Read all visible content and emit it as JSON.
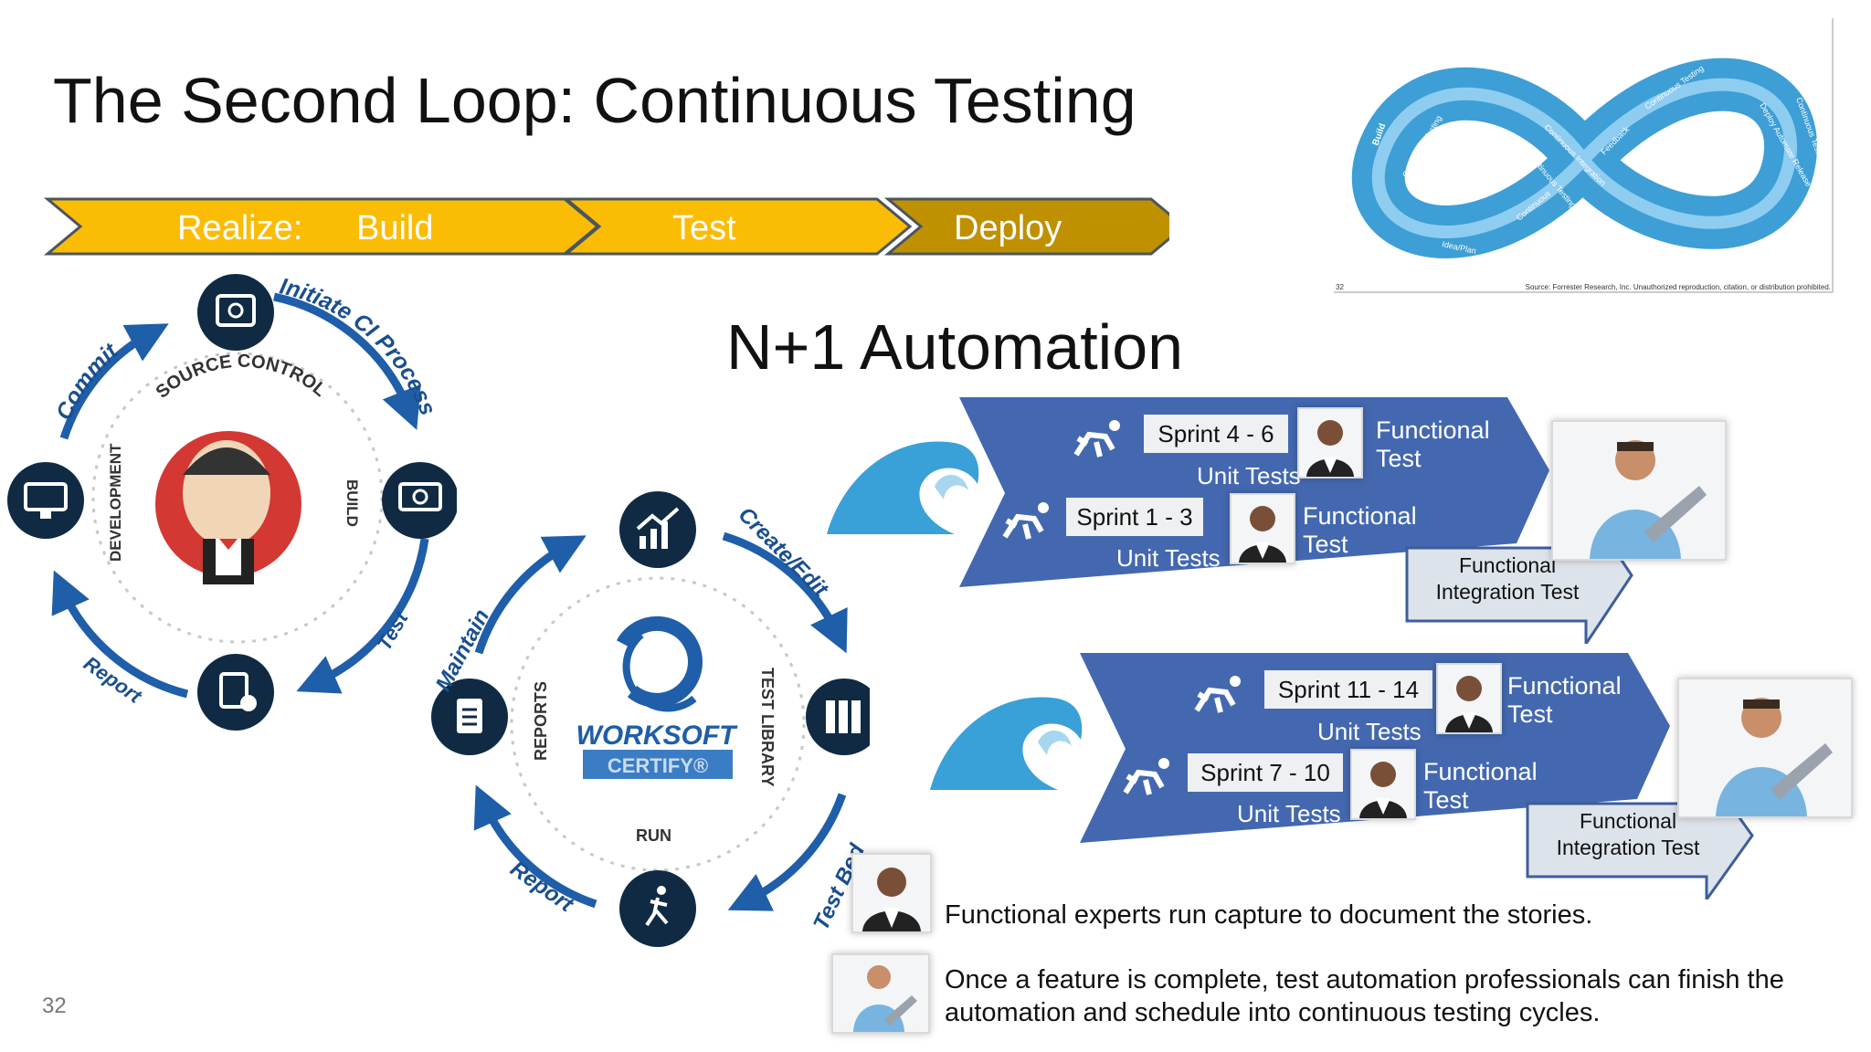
{
  "title": "The Second Loop: Continuous Testing",
  "subtitle": "N+1 Automation",
  "page_number": "32",
  "phases": {
    "realize": "Realize:",
    "build": "Build",
    "test": "Test",
    "deploy": "Deploy"
  },
  "colors": {
    "phase_yellow": "#fbbc05",
    "phase_dark": "#bf9000",
    "sprint_blue": "#4468b0",
    "ring_blue": "#1f5ea8",
    "node_navy": "#102a43",
    "wave_blue": "#3aa0d8"
  },
  "ci_loop": {
    "commit": "Commit",
    "initiate": "Initiate CI Process",
    "test": "Test",
    "report": "Report",
    "source_control": "SOURCE CONTROL",
    "development": "DEVELOPMENT",
    "build": "BUILD"
  },
  "ct_loop": {
    "maintain": "Maintain",
    "create_edit": "Create/Edit",
    "test_bed": "Test Bed",
    "report": "Report",
    "reports": "REPORTS",
    "test_library": "TEST LIBRARY",
    "run": "RUN",
    "logo_top": "WORKSOFT",
    "logo_bottom": "CERTIFY®"
  },
  "infinity": {
    "labels": [
      "Build",
      "Continuous Testing",
      "Continuous Integration",
      "Feedback",
      "Continuous Testing",
      "Continuous",
      "Idea/Plan",
      "Continuous Testing",
      "Deploy Automate Release",
      "Continuous Testing"
    ],
    "page_no": "32",
    "source": "Source: Forrester Research, Inc. Unauthorized reproduction, citation, or distribution prohibited."
  },
  "group1": {
    "sprint_a": "Sprint 4 - 6",
    "unit_a": "Unit Tests",
    "func_a": "Functional Test",
    "sprint_b": "Sprint 1 - 3",
    "unit_b": "Unit Tests",
    "func_b": "Functional Test",
    "fit": "Functional Integration Test"
  },
  "group2": {
    "sprint_a": "Sprint 11 - 14",
    "unit_a": "Unit Tests",
    "func_a": "Functional Test",
    "sprint_b": "Sprint 7 - 10",
    "unit_b": "Unit Tests",
    "func_b": "Functional Test",
    "fit": "Functional Integration Test"
  },
  "notes": {
    "note1": "Functional experts run capture to document the stories.",
    "note2": "Once a feature is complete, test automation professionals can finish the automation and schedule into continuous testing cycles."
  },
  "icons": [
    "source-control-icon",
    "code-monitor-icon",
    "build-gear-icon",
    "checklist-icon",
    "jenkins-mascot-icon",
    "chart-icon",
    "library-icon",
    "runner-icon",
    "document-icon",
    "sprinter-icon",
    "wave-icon",
    "woman-photo-icon",
    "man-laptop-photo-icon"
  ]
}
